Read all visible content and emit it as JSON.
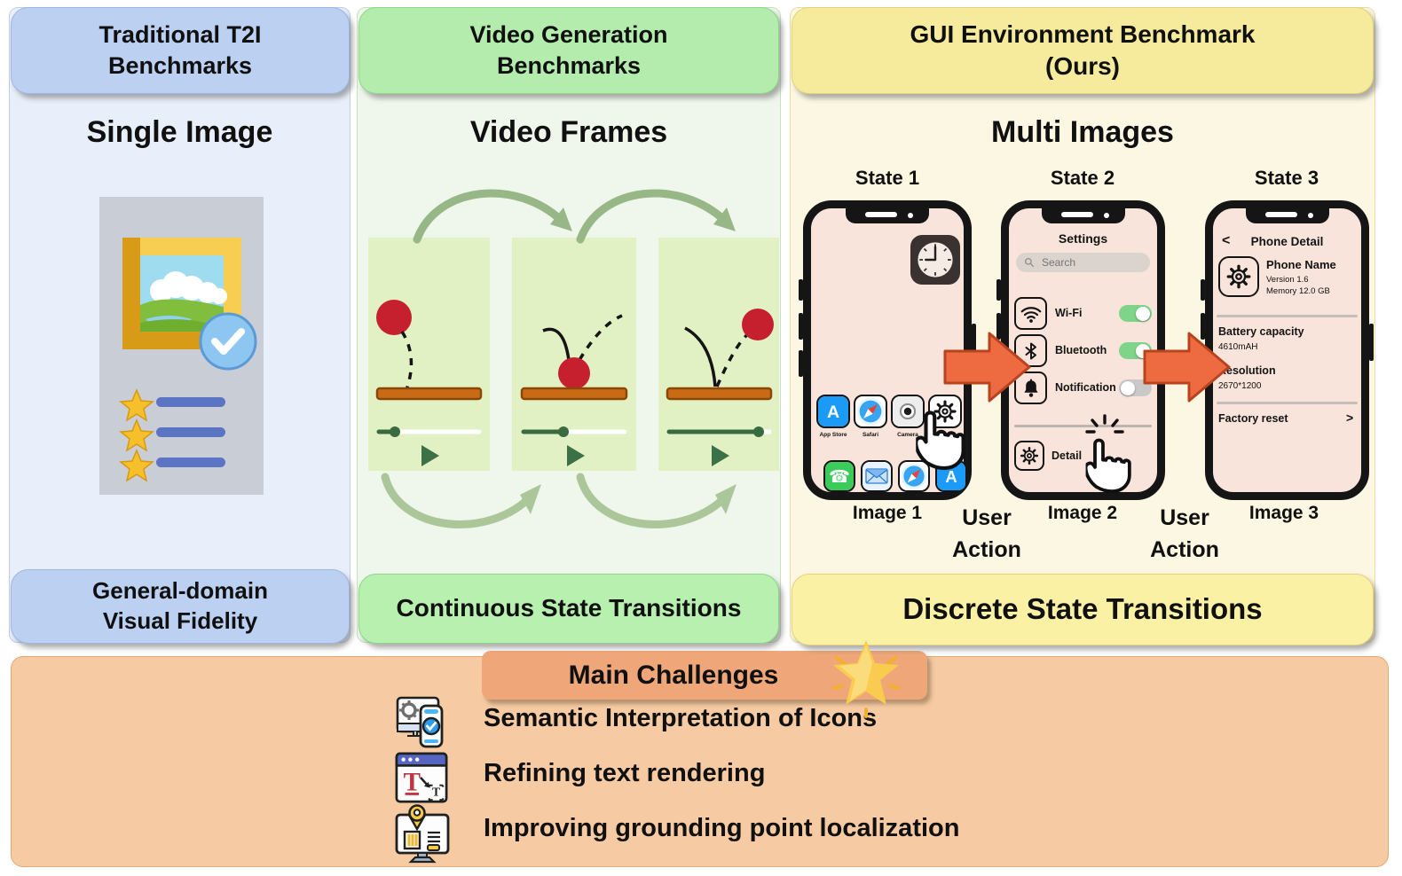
{
  "t2i": {
    "header_line1": "Traditional T2I",
    "header_line2": "Benchmarks",
    "body_title": "Single Image",
    "footer_line1": "General-domain",
    "footer_line2": "Visual Fidelity"
  },
  "video": {
    "header_line1": "Video Generation",
    "header_line2": "Benchmarks",
    "body_title": "Video Frames",
    "footer": "Continuous State Transitions",
    "frames": [
      {
        "progress_pct": 16
      },
      {
        "progress_pct": 40
      },
      {
        "progress_pct": 90
      }
    ]
  },
  "gui": {
    "header_line1": "GUI Environment Benchmark",
    "header_line2": "(Ours)",
    "body_title": "Multi Images",
    "footer": "Discrete State Transitions",
    "states": [
      {
        "label": "State 1"
      },
      {
        "label": "State 2"
      },
      {
        "label": "State 3"
      }
    ],
    "image_labels": [
      {
        "label": "Image 1"
      },
      {
        "label": "Image 2"
      },
      {
        "label": "Image 3"
      }
    ],
    "user_action": {
      "line1": "User",
      "line2": "Action"
    },
    "phone1": {
      "widget": "clock 9:00",
      "apps": [
        {
          "label": "App Store"
        },
        {
          "label": "Safari"
        },
        {
          "label": "Camera"
        },
        {
          "label": "Settings"
        }
      ]
    },
    "phone2": {
      "title": "Settings",
      "search_placeholder": "Search",
      "rows": [
        {
          "label": "Wi-Fi",
          "enabled": true
        },
        {
          "label": "Bluetooth",
          "enabled": true
        },
        {
          "label": "Notification",
          "enabled": false
        }
      ],
      "detail_label": "Detail"
    },
    "phone3": {
      "back_chevron": "<",
      "title": "Phone Detail",
      "device_name": "Phone Name",
      "version": "Version 1.6",
      "memory": "Memory 12.0 GB",
      "battery_label": "Battery capacity",
      "battery_value": "4610mAH",
      "resolution_label": "Resolution",
      "resolution_value": "2670*1200",
      "factory_reset_label": "Factory reset",
      "chevron": ">"
    }
  },
  "challenges": {
    "banner": "Main Challenges",
    "items": [
      {
        "text": "Semantic Interpretation of Icons"
      },
      {
        "text": "Refining text rendering"
      },
      {
        "text": "Improving grounding point localization"
      }
    ]
  },
  "colors": {
    "t2i_header": "#BCD0F2",
    "t2i_body": "#E9EFFA",
    "video_header": "#B4ECAE",
    "video_body": "#EFF6EC",
    "video_frame": "#E1F1C3",
    "gui_header": "#F6EB9D",
    "gui_body": "#FCF7E2",
    "challenges_bg": "#F6CBA3",
    "challenges_banner": "#EFA779",
    "phone_screen": "#F9E4DB",
    "transition_arrow": "#EE6A41",
    "toggle_on": "#7ED489",
    "ball": "#C6202E",
    "platform": "#C96A15"
  }
}
